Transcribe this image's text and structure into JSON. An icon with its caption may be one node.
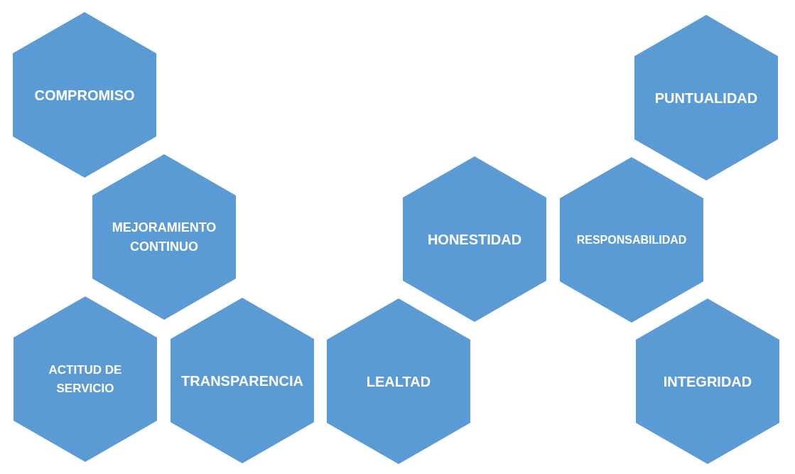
{
  "diagram": {
    "nodes": [
      {
        "text": [
          "COMPROMISO"
        ]
      },
      {
        "text": [
          "PUNTUALIDAD"
        ]
      },
      {
        "text": [
          "MEJORAMIENTO CONTINUO"
        ]
      },
      {
        "text": [
          "HONESTIDAD"
        ]
      },
      {
        "text": [
          "RESPONSABILIDAD"
        ]
      },
      {
        "text": [
          "ACTITUD DE SERVICIO"
        ]
      },
      {
        "text": [
          "TRANSPARENCIA"
        ]
      },
      {
        "text": [
          "LEALTAD"
        ]
      },
      {
        "text": [
          "INTEGRIDAD"
        ]
      }
    ]
  }
}
